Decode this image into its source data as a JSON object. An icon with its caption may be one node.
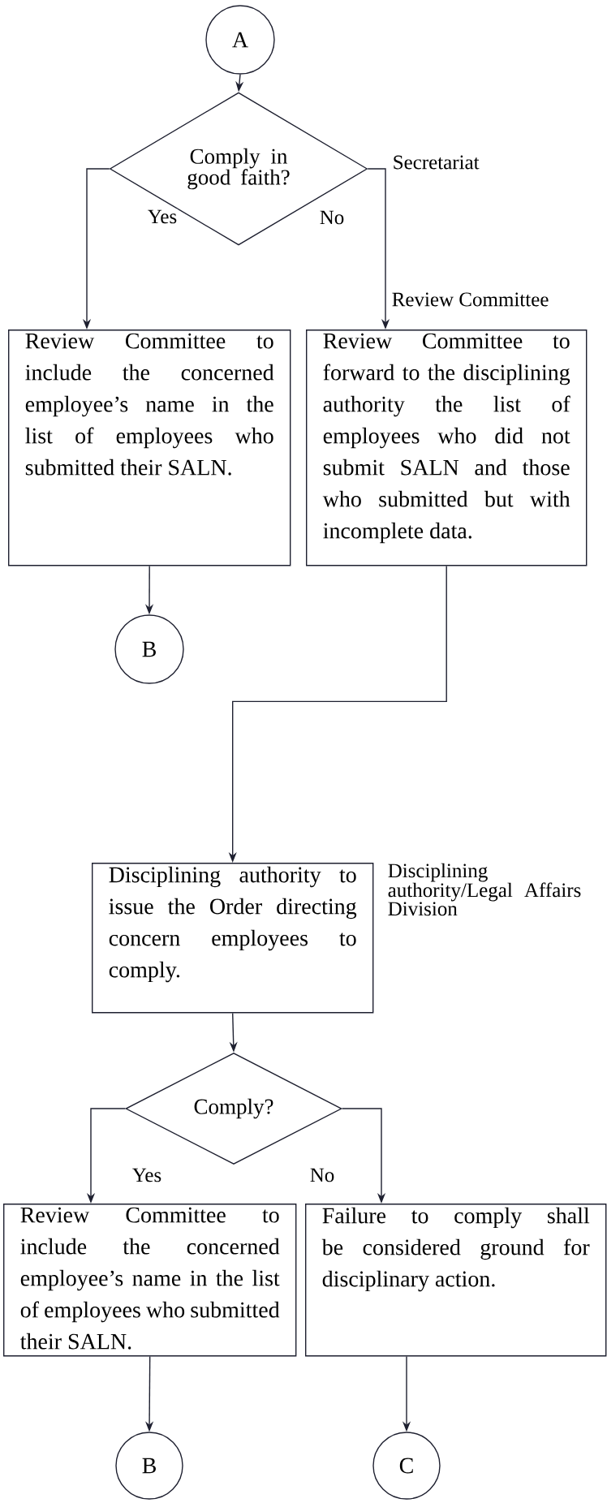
{
  "diagram": {
    "nodes": [
      {
        "text": [
          "A"
        ]
      },
      {
        "text": [
          "Comply in good faith?"
        ],
        "beside": [
          "Secretariat"
        ]
      },
      {
        "text": [
          "Review Committee to include the concerned employee’s name in the list of employees who submitted their SALN."
        ]
      },
      {
        "text": [
          "Review Committee to forward to the disciplining authority the list of employees who did not submit SALN and those who submitted but with incomplete data."
        ],
        "beside": [
          "Review Committee"
        ]
      },
      {
        "text": [
          "B"
        ]
      },
      {
        "text": [
          "Disciplining authority to issue the Order directing concern employees to comply."
        ],
        "beside": [
          "Disciplining authority/Legal Affairs Division"
        ]
      },
      {
        "text": [
          "Comply?"
        ]
      },
      {
        "text": [
          "Review Committee to include the concerned employee’s name in the list of employees who submitted their SALN."
        ]
      },
      {
        "text": [
          "Failure to comply shall be considered ground for disciplinary action."
        ]
      },
      {
        "text": [
          "B"
        ]
      },
      {
        "text": [
          "C"
        ]
      }
    ],
    "edges": [
      {
        "from": 0,
        "to": 1,
        "arrow": "to"
      },
      {
        "from": 1,
        "to": 2,
        "arrow": "to",
        "label": "Yes"
      },
      {
        "from": 1,
        "to": 3,
        "arrow": "to",
        "label": "No"
      },
      {
        "from": 2,
        "to": 4,
        "arrow": "to"
      },
      {
        "from": 3,
        "to": 5,
        "arrow": "to"
      },
      {
        "from": 5,
        "to": 6,
        "arrow": "to"
      },
      {
        "from": 6,
        "to": 7,
        "arrow": "to",
        "label": "Yes"
      },
      {
        "from": 6,
        "to": 8,
        "arrow": "to",
        "label": "No"
      },
      {
        "from": 7,
        "to": 9,
        "arrow": "to"
      },
      {
        "from": 8,
        "to": 10,
        "arrow": "to"
      }
    ]
  }
}
